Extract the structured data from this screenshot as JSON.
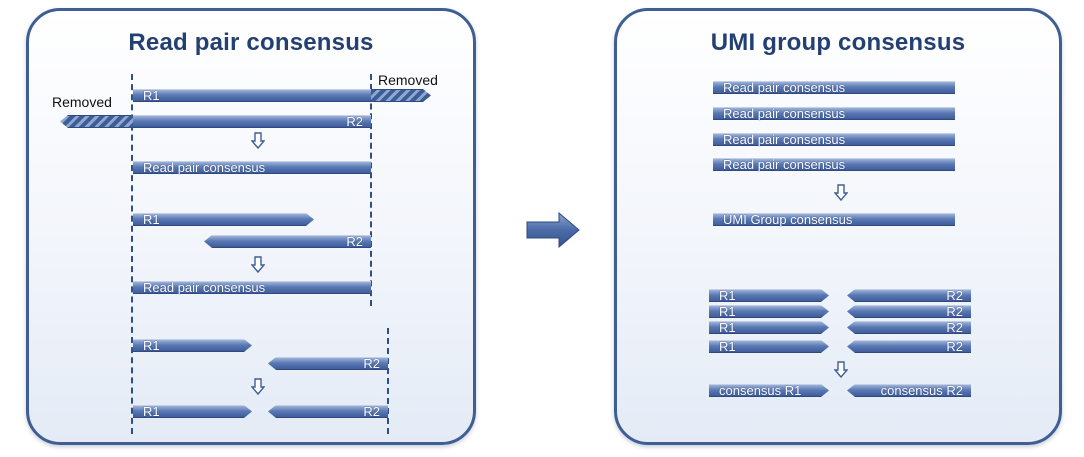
{
  "left_panel": {
    "title": "Read pair consensus",
    "removed_right": "Removed",
    "removed_left": "Removed",
    "example1": {
      "r1": "R1",
      "r2": "R2",
      "result": "Read pair consensus"
    },
    "example2": {
      "r1": "R1",
      "r2": "R2",
      "result": "Read pair consensus"
    },
    "example3": {
      "r1": "R1",
      "r2": "R2",
      "out_r1": "R1",
      "out_r2": "R2"
    }
  },
  "right_panel": {
    "title": "UMI group consensus",
    "inputs": [
      "Read pair consensus",
      "Read pair consensus",
      "Read pair consensus",
      "Read pair consensus"
    ],
    "result": "UMI Group consensus",
    "pairs": [
      {
        "r1": "R1",
        "r2": "R2"
      },
      {
        "r1": "R1",
        "r2": "R2"
      },
      {
        "r1": "R1",
        "r2": "R2"
      },
      {
        "r1": "R1",
        "r2": "R2"
      }
    ],
    "consensus_r1": "consensus R1",
    "consensus_r2": "consensus R2"
  },
  "colors": {
    "panel_border": "#3f5f94",
    "read_bar": "#5a79b5",
    "title": "#243f72"
  }
}
